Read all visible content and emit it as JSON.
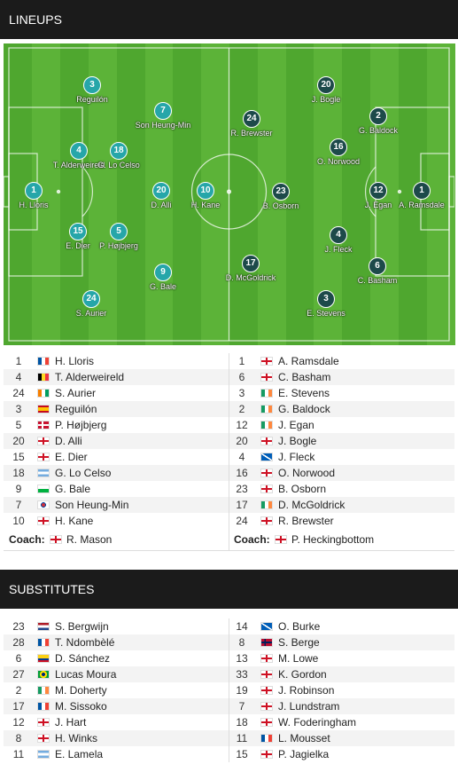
{
  "lineups_header": "LINEUPS",
  "substitutes_header": "SUBSTITUTES",
  "coach_label": "Coach:",
  "colors": {
    "home": "#26a6a9",
    "away": "#1d4a4a",
    "pitch_dark": "#4fa72f",
    "pitch_light": "#5cb338",
    "header_bg": "#1b1b1b"
  },
  "pitch_home": [
    {
      "no": "3",
      "name": "Reguilón"
    },
    {
      "no": "7",
      "name": "Son Heung-Min"
    },
    {
      "no": "4",
      "name": "T. Alderweireld"
    },
    {
      "no": "18",
      "name": "G. Lo Celso"
    },
    {
      "no": "1",
      "name": "H. Lloris"
    },
    {
      "no": "20",
      "name": "D. Alli"
    },
    {
      "no": "10",
      "name": "H. Kane"
    },
    {
      "no": "15",
      "name": "E. Dier"
    },
    {
      "no": "5",
      "name": "P. Højbjerg"
    },
    {
      "no": "9",
      "name": "G. Bale"
    },
    {
      "no": "24",
      "name": "S. Aurier"
    }
  ],
  "pitch_away": [
    {
      "no": "20",
      "name": "J. Bogle"
    },
    {
      "no": "24",
      "name": "R. Brewster"
    },
    {
      "no": "2",
      "name": "G. Baldock"
    },
    {
      "no": "16",
      "name": "O. Norwood"
    },
    {
      "no": "23",
      "name": "B. Osborn"
    },
    {
      "no": "12",
      "name": "J. Egan"
    },
    {
      "no": "1",
      "name": "A. Ramsdale"
    },
    {
      "no": "4",
      "name": "J. Fleck"
    },
    {
      "no": "17",
      "name": "D. McGoldrick"
    },
    {
      "no": "6",
      "name": "C. Basham"
    },
    {
      "no": "3",
      "name": "E. Stevens"
    }
  ],
  "home_lineup": [
    {
      "no": "1",
      "flag": "fr",
      "name": "H. Lloris"
    },
    {
      "no": "4",
      "flag": "be",
      "name": "T. Alderweireld"
    },
    {
      "no": "24",
      "flag": "ci",
      "name": "S. Aurier"
    },
    {
      "no": "3",
      "flag": "es",
      "name": "Reguilón"
    },
    {
      "no": "5",
      "flag": "dk",
      "name": "P. Højbjerg"
    },
    {
      "no": "20",
      "flag": "en",
      "name": "D. Alli"
    },
    {
      "no": "15",
      "flag": "en",
      "name": "E. Dier"
    },
    {
      "no": "18",
      "flag": "ar",
      "name": "G. Lo Celso"
    },
    {
      "no": "9",
      "flag": "wa",
      "name": "G. Bale"
    },
    {
      "no": "7",
      "flag": "kr",
      "name": "Son Heung-Min"
    },
    {
      "no": "10",
      "flag": "en",
      "name": "H. Kane"
    }
  ],
  "away_lineup": [
    {
      "no": "1",
      "flag": "en",
      "name": "A. Ramsdale"
    },
    {
      "no": "6",
      "flag": "en",
      "name": "C. Basham"
    },
    {
      "no": "3",
      "flag": "ie",
      "name": "E. Stevens"
    },
    {
      "no": "2",
      "flag": "ie",
      "name": "G. Baldock"
    },
    {
      "no": "12",
      "flag": "ie",
      "name": "J. Egan"
    },
    {
      "no": "20",
      "flag": "en",
      "name": "J. Bogle"
    },
    {
      "no": "4",
      "flag": "sc",
      "name": "J. Fleck"
    },
    {
      "no": "16",
      "flag": "en",
      "name": "O. Norwood"
    },
    {
      "no": "23",
      "flag": "en",
      "name": "B. Osborn"
    },
    {
      "no": "17",
      "flag": "ie",
      "name": "D. McGoldrick"
    },
    {
      "no": "24",
      "flag": "en",
      "name": "R. Brewster"
    }
  ],
  "home_coach": {
    "flag": "en",
    "name": "R. Mason"
  },
  "away_coach": {
    "flag": "en",
    "name": "P. Heckingbottom"
  },
  "home_subs": [
    {
      "no": "23",
      "flag": "nl",
      "name": "S. Bergwijn"
    },
    {
      "no": "28",
      "flag": "fr",
      "name": "T. Ndombèlé"
    },
    {
      "no": "6",
      "flag": "co",
      "name": "D. Sánchez"
    },
    {
      "no": "27",
      "flag": "br",
      "name": "Lucas Moura"
    },
    {
      "no": "2",
      "flag": "ie",
      "name": "M. Doherty"
    },
    {
      "no": "17",
      "flag": "fr",
      "name": "M. Sissoko"
    },
    {
      "no": "12",
      "flag": "en",
      "name": "J. Hart"
    },
    {
      "no": "8",
      "flag": "en",
      "name": "H. Winks"
    },
    {
      "no": "11",
      "flag": "ar",
      "name": "E. Lamela"
    }
  ],
  "away_subs": [
    {
      "no": "14",
      "flag": "sc",
      "name": "O. Burke"
    },
    {
      "no": "8",
      "flag": "no",
      "name": "S. Berge"
    },
    {
      "no": "13",
      "flag": "en",
      "name": "M. Lowe"
    },
    {
      "no": "33",
      "flag": "en",
      "name": "K. Gordon"
    },
    {
      "no": "19",
      "flag": "en",
      "name": "J. Robinson"
    },
    {
      "no": "7",
      "flag": "en",
      "name": "J. Lundstram"
    },
    {
      "no": "18",
      "flag": "en",
      "name": "W. Foderingham"
    },
    {
      "no": "11",
      "flag": "fr",
      "name": "L. Mousset"
    },
    {
      "no": "15",
      "flag": "en",
      "name": "P. Jagielka"
    }
  ]
}
